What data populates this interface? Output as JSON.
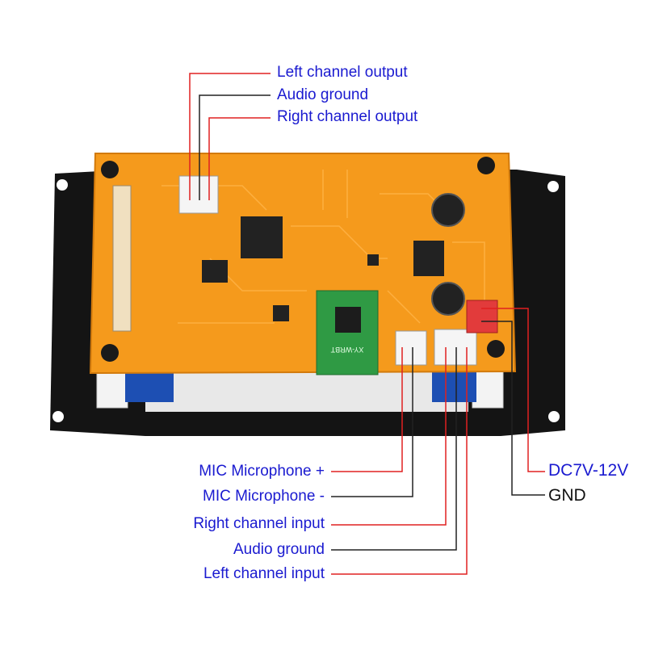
{
  "labels": {
    "top": [
      {
        "text": "Left channel output",
        "line_color": "#e02020"
      },
      {
        "text": "Audio ground",
        "line_color": "#222222"
      },
      {
        "text": "Right channel output",
        "line_color": "#e02020"
      }
    ],
    "bottom_left": [
      {
        "text": "MIC Microphone +",
        "line_color": "#e02020"
      },
      {
        "text": "MIC Microphone -",
        "line_color": "#222222"
      },
      {
        "text": "Right channel input",
        "line_color": "#e02020"
      },
      {
        "text": "Audio ground",
        "line_color": "#222222"
      },
      {
        "text": "Left channel input",
        "line_color": "#e02020"
      }
    ],
    "power": [
      {
        "text": "DC7V-12V",
        "line_color": "#e02020"
      },
      {
        "text": "GND",
        "line_color": "#222222"
      }
    ]
  },
  "module_silkscreen": "XY-WRBT",
  "colors": {
    "label_text": "#1a1ad0",
    "pcb": "#f59a1c",
    "bracket": "#141414",
    "wire_red": "#e02020",
    "wire_black": "#222222"
  }
}
